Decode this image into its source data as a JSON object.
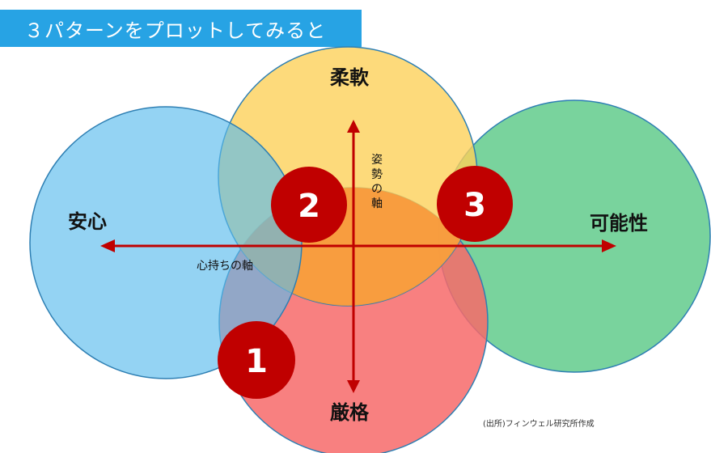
{
  "title": "３パターンをプロットしてみると",
  "circles": {
    "top_label": "柔軟",
    "bottom_label": "厳格",
    "left_label": "安心",
    "right_label": "可能性"
  },
  "axes": {
    "horizontal_label": "心持ちの軸",
    "vertical_label_line1": "姿",
    "vertical_label_line2": "勢",
    "vertical_label_line3": "の",
    "vertical_label_line4": "軸"
  },
  "patterns": [
    "1",
    "2",
    "3"
  ],
  "source": "(出所)フィンウェル研究所作成",
  "colors": {
    "banner": "#27a3e4",
    "top_circle": "#fcd15a",
    "bottom_circle": "#f76a6a",
    "left_circle": "#5bbcec",
    "right_circle": "#4cc47c",
    "center_overlap": "#f7963a",
    "marker": "#c00000",
    "axis": "#c00000"
  }
}
